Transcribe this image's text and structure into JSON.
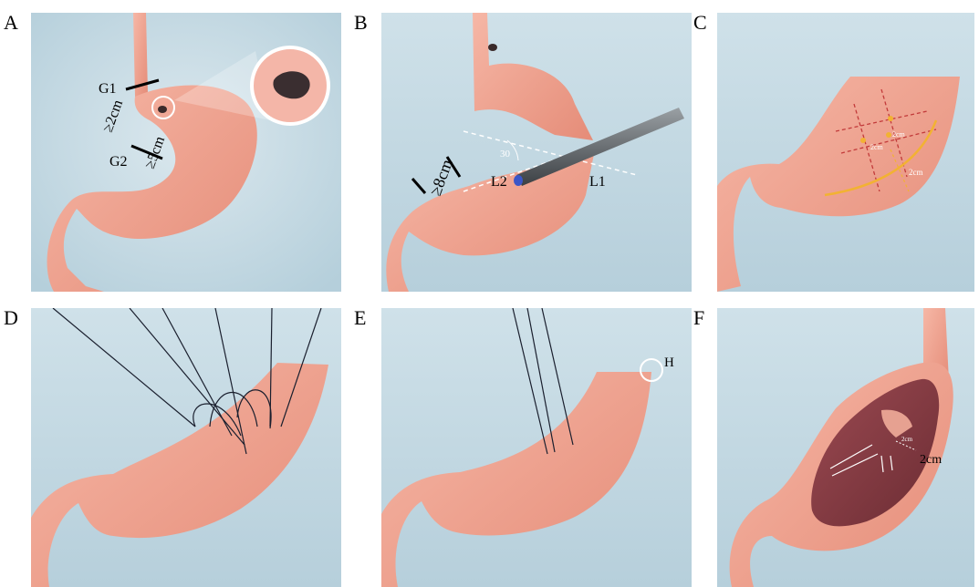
{
  "panels": [
    {
      "letter": "A",
      "labels": {
        "g1": "G1",
        "g2": "G2",
        "d2": "≥2cm",
        "d5": "≥5cm"
      }
    },
    {
      "letter": "B",
      "labels": {
        "d8": "≥8cm",
        "angle": "30",
        "l1": "L1",
        "l2": "L2"
      }
    },
    {
      "letter": "C",
      "labels": {
        "w1": "2cm",
        "w2": "2cm",
        "w3": "2cm"
      }
    },
    {
      "letter": "D",
      "labels": {}
    },
    {
      "letter": "E",
      "labels": {
        "h": "H"
      }
    },
    {
      "letter": "F",
      "labels": {
        "small": "2cm",
        "big": "2cm"
      }
    }
  ],
  "colors": {
    "background": "#c3d9e3",
    "stomach": "#f2a593",
    "stomach_dark": "#d97d6c",
    "interior": "#8a3f45",
    "yellow": "#f2b233",
    "marker": "#000000"
  }
}
